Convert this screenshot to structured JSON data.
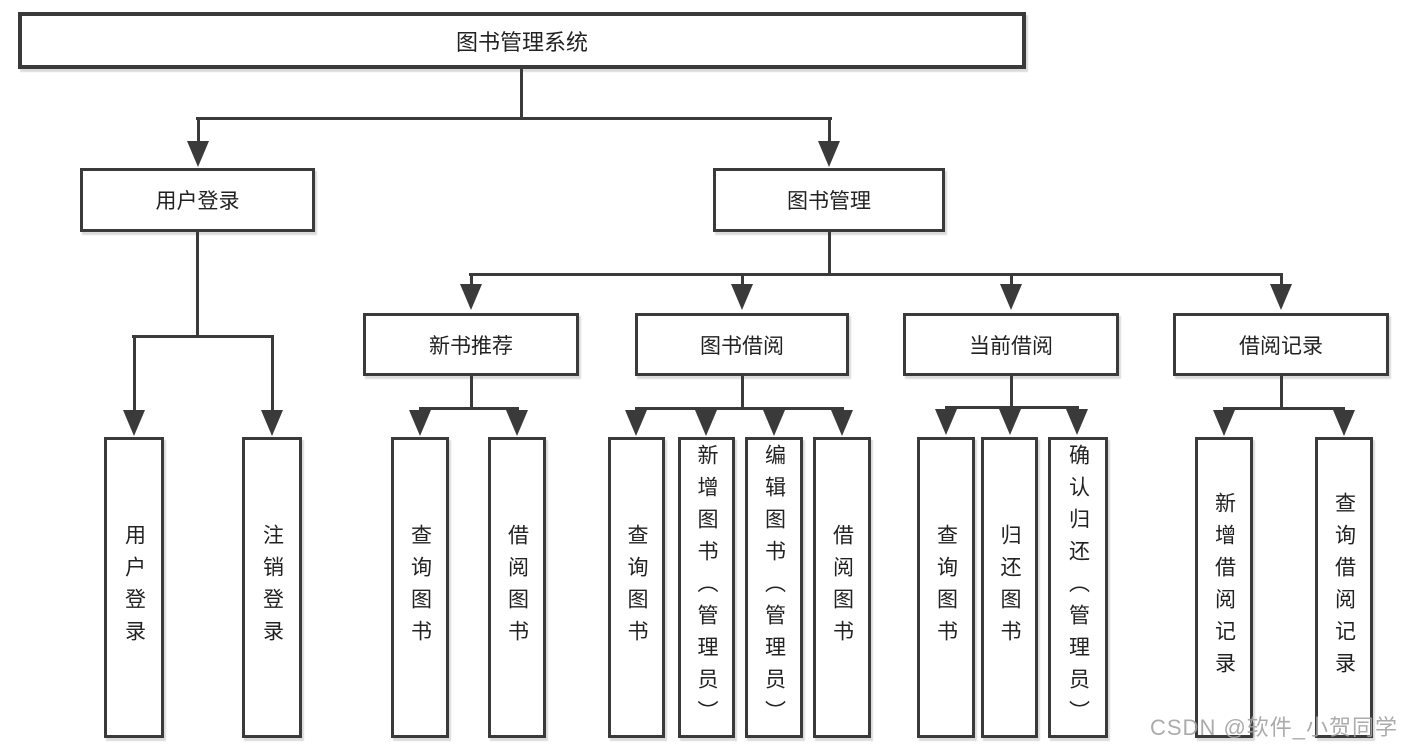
{
  "diagram": {
    "tree": {
      "label": "图书管理系统",
      "children": [
        {
          "label": "用户登录",
          "children": [
            {
              "label": "用户登录"
            },
            {
              "label": "注销登录"
            }
          ]
        },
        {
          "label": "图书管理",
          "children": [
            {
              "label": "新书推荐",
              "children": [
                {
                  "label": "查询图书"
                },
                {
                  "label": "借阅图书"
                }
              ]
            },
            {
              "label": "图书借阅",
              "children": [
                {
                  "label": "查询图书"
                },
                {
                  "label": "新增图书（管理员）"
                },
                {
                  "label": "编辑图书（管理员）"
                },
                {
                  "label": "借阅图书"
                }
              ]
            },
            {
              "label": "当前借阅",
              "children": [
                {
                  "label": "查询图书"
                },
                {
                  "label": "归还图书"
                },
                {
                  "label": "确认归还（管理员）"
                }
              ]
            },
            {
              "label": "借阅记录",
              "children": [
                {
                  "label": "新增借阅记录"
                },
                {
                  "label": "查询借阅记录"
                }
              ]
            }
          ]
        }
      ]
    },
    "colors": {
      "line": "#3a3a3a",
      "text": "#222222",
      "background": "#ffffff",
      "watermark": "#a3a3a3"
    }
  },
  "watermark": {
    "text": "CSDN @软件_小贺同学"
  }
}
